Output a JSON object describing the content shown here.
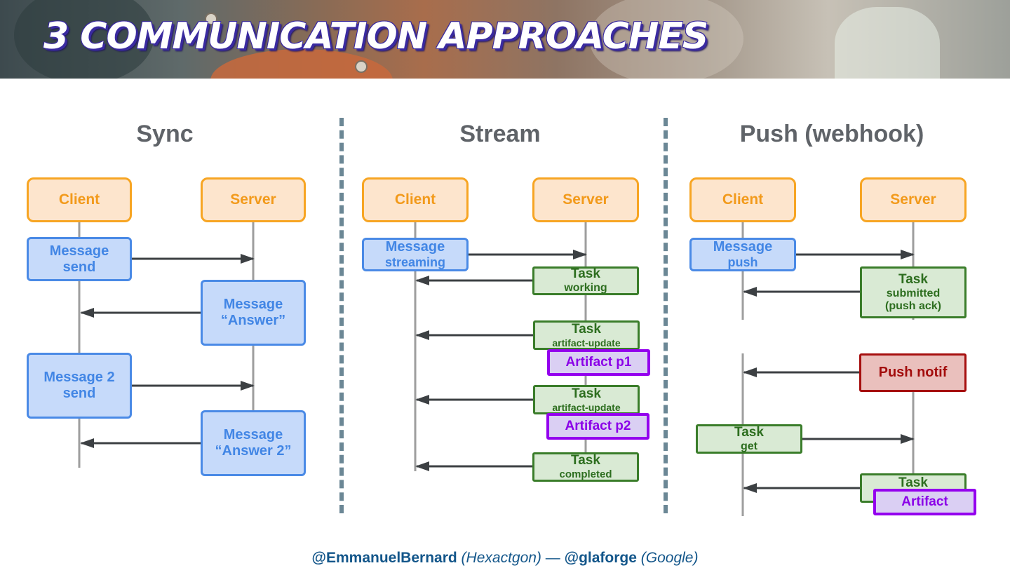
{
  "title": "3 COMMUNICATION APPROACHES",
  "sections": {
    "sync": {
      "heading": "Sync",
      "client": "Client",
      "server": "Server",
      "msg1": [
        "Message",
        "send"
      ],
      "ans1": [
        "Message",
        "“Answer”"
      ],
      "msg2": [
        "Message 2",
        "send"
      ],
      "ans2": [
        "Message",
        "“Answer 2”"
      ]
    },
    "stream": {
      "heading": "Stream",
      "client": "Client",
      "server": "Server",
      "msg": [
        "Message",
        "streaming"
      ],
      "task1": [
        "Task",
        "working"
      ],
      "task2": [
        "Task",
        "artifact-update"
      ],
      "art1": "Artifact p1",
      "task3": [
        "Task",
        "artifact-update"
      ],
      "art2": "Artifact p2",
      "task4": [
        "Task",
        "completed"
      ]
    },
    "push": {
      "heading": "Push (webhook)",
      "client": "Client",
      "server": "Server",
      "msg": [
        "Message",
        "push"
      ],
      "task1": [
        "Task",
        "submitted",
        "(push ack)"
      ],
      "notif": "Push notif",
      "get": [
        "Task",
        "get"
      ],
      "task2": "Task",
      "art": "Artifact"
    }
  },
  "footer": {
    "handle1": "@EmmanuelBernard",
    "org1": "(Hexactgon)",
    "sep": " — ",
    "handle2": "@glaforge",
    "org2": "(Google)"
  },
  "colors": {
    "actor_border": "#f7a523",
    "message_border": "#4a8ae6",
    "task_border": "#3a7d2a",
    "artifact_border": "#9400ee",
    "push_border": "#a60f0f"
  }
}
